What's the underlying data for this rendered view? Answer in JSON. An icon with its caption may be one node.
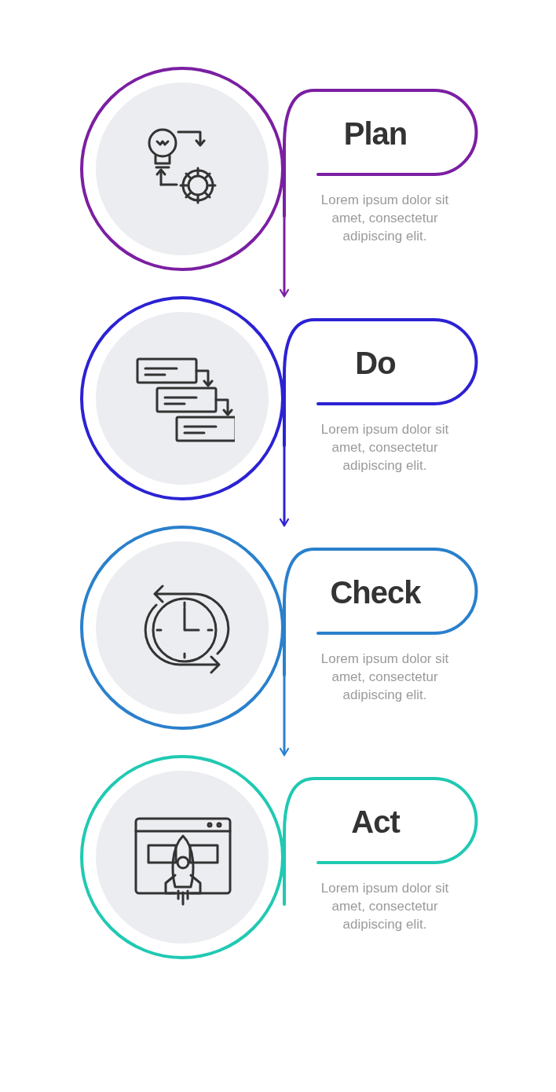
{
  "diagram": {
    "nodes": [
      {
        "text": [
          "Plan"
        ],
        "beside": [
          "Lorem ipsum dolor sit amet, consectetur adipiscing elit."
        ]
      },
      {
        "text": [
          "Do"
        ],
        "beside": [
          "Lorem ipsum dolor sit amet, consectetur adipiscing elit."
        ]
      },
      {
        "text": [
          "Check"
        ],
        "beside": [
          "Lorem ipsum dolor sit amet, consectetur adipiscing elit."
        ]
      },
      {
        "text": [
          "Act"
        ],
        "beside": [
          "Lorem ipsum dolor sit amet, consectetur adipiscing elit."
        ]
      }
    ],
    "edges": [
      {
        "from": 0,
        "to": 1,
        "arrow": "to",
        "color": "#7b1fa2"
      },
      {
        "from": 1,
        "to": 2,
        "arrow": "to",
        "color": "#2b22d4"
      },
      {
        "from": 2,
        "to": 3,
        "arrow": "to",
        "color": "#2a80cc"
      }
    ]
  }
}
